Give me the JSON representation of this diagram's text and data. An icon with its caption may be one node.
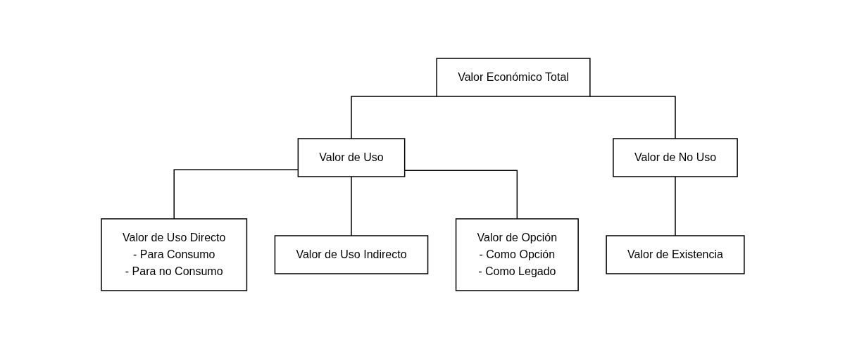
{
  "diagram": {
    "nodes": [
      {
        "text": [
          "Valor Económico Total"
        ]
      },
      {
        "text": [
          "Valor de Uso"
        ]
      },
      {
        "text": [
          "Valor de No Uso"
        ]
      },
      {
        "text": [
          "Valor de Uso Directo",
          "- Para Consumo",
          "- Para no Consumo"
        ]
      },
      {
        "text": [
          "Valor de Uso Indirecto"
        ]
      },
      {
        "text": [
          "Valor de Opción",
          "- Como Opción",
          "- Como Legado"
        ]
      },
      {
        "text": [
          "Valor de Existencia"
        ]
      }
    ],
    "edges": [
      {
        "from": 0,
        "to": 1,
        "arrow": "none"
      },
      {
        "from": 0,
        "to": 2,
        "arrow": "none"
      },
      {
        "from": 1,
        "to": 3,
        "arrow": "none"
      },
      {
        "from": 1,
        "to": 4,
        "arrow": "none"
      },
      {
        "from": 1,
        "to": 5,
        "arrow": "none"
      },
      {
        "from": 2,
        "to": 6,
        "arrow": "none"
      }
    ]
  }
}
